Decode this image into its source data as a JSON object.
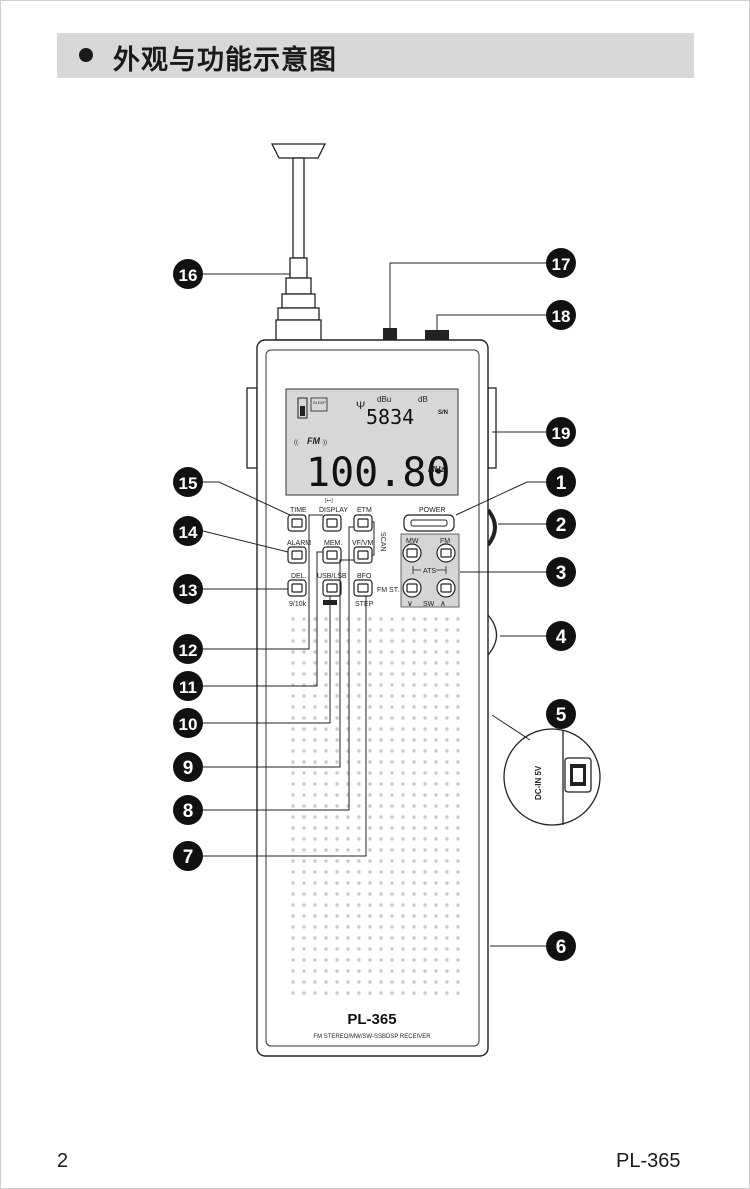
{
  "header": {
    "title": "外观与功能示意图"
  },
  "footer": {
    "page_number": "2",
    "model": "PL-365"
  },
  "radio": {
    "model_name": "PL-365",
    "model_subtitle": "FM STEREO/MW/SW-SSBDSP RECEIVER",
    "display": {
      "sleep": "SLEEP",
      "dbu": "dBu",
      "db": "dB",
      "sn": "S/N",
      "signal_value": "5834",
      "band": "FM",
      "frequency": "100.80",
      "unit": "MHz"
    },
    "buttons": {
      "time": "TIME",
      "display": "DISPLAY",
      "etm": "ETM",
      "power": "POWER",
      "alarm": "ALARM",
      "mem": "MEM.",
      "vf_vm": "VF/VM",
      "scan": "SCAN",
      "mw": "MW",
      "fm": "FM",
      "ats": "ATS",
      "del": "DEL.",
      "usb_lsb": "USB/LSB",
      "bfo": "BFO",
      "fm_st": "FM ST.",
      "step": "STEP",
      "nine_ten_k": "9/10k",
      "sw": "SW"
    },
    "dc_in": "DC-IN 5V"
  },
  "callouts": [
    "1",
    "2",
    "3",
    "4",
    "5",
    "6",
    "7",
    "8",
    "9",
    "10",
    "11",
    "12",
    "13",
    "14",
    "15",
    "16",
    "17",
    "18",
    "19"
  ]
}
